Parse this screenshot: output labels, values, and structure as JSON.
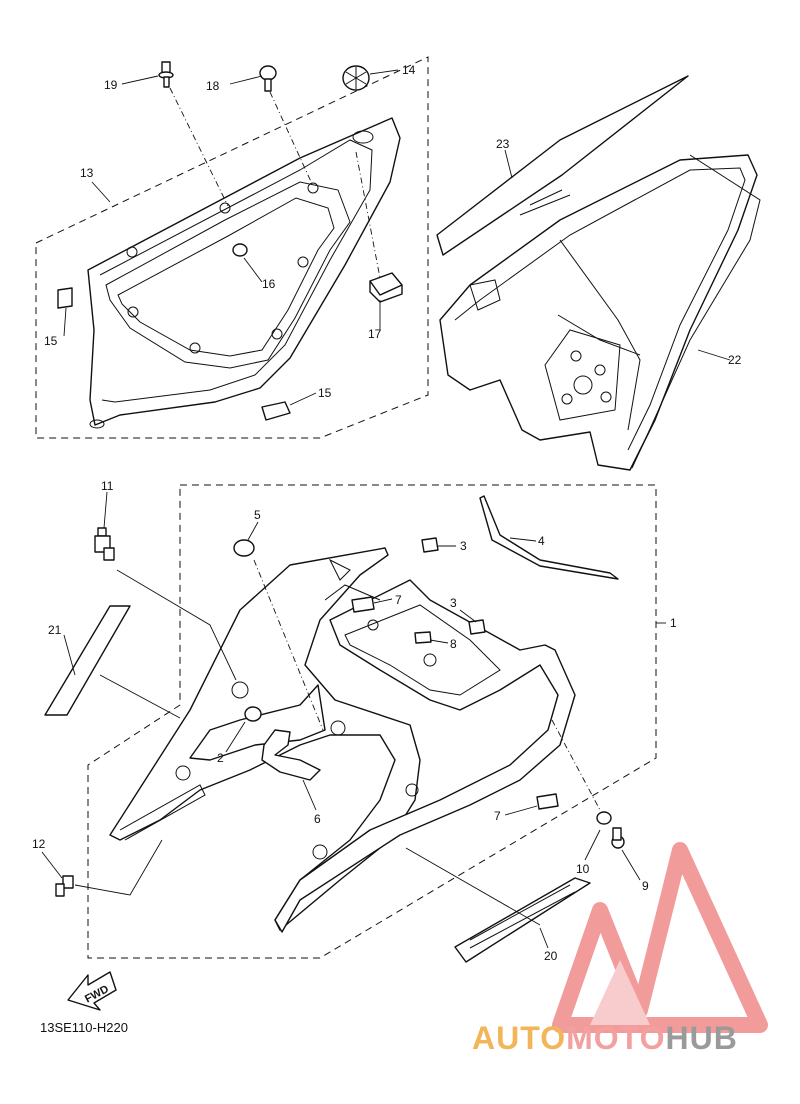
{
  "diagram_code": "13SE110-H220",
  "fwd_label": "FWD",
  "callouts": {
    "c1": "1",
    "c2": "2",
    "c3a": "3",
    "c3b": "3",
    "c4": "4",
    "c5": "5",
    "c6": "6",
    "c7a": "7",
    "c7b": "7",
    "c8": "8",
    "c9": "9",
    "c10": "10",
    "c11": "11",
    "c12": "12",
    "c13": "13",
    "c14": "14",
    "c15a": "15",
    "c15b": "15",
    "c16": "16",
    "c17": "17",
    "c18": "18",
    "c19": "19",
    "c20": "20",
    "c21": "21",
    "c22": "22",
    "c23": "23"
  },
  "watermark": {
    "part1": "AUTO",
    "part2": "MOTO",
    "part3": "HUB",
    "colors": {
      "auto": "#f3b55a",
      "moto": "#f2a0a0",
      "hub": "#9a9a9a",
      "logo": "#f08a8a"
    }
  }
}
